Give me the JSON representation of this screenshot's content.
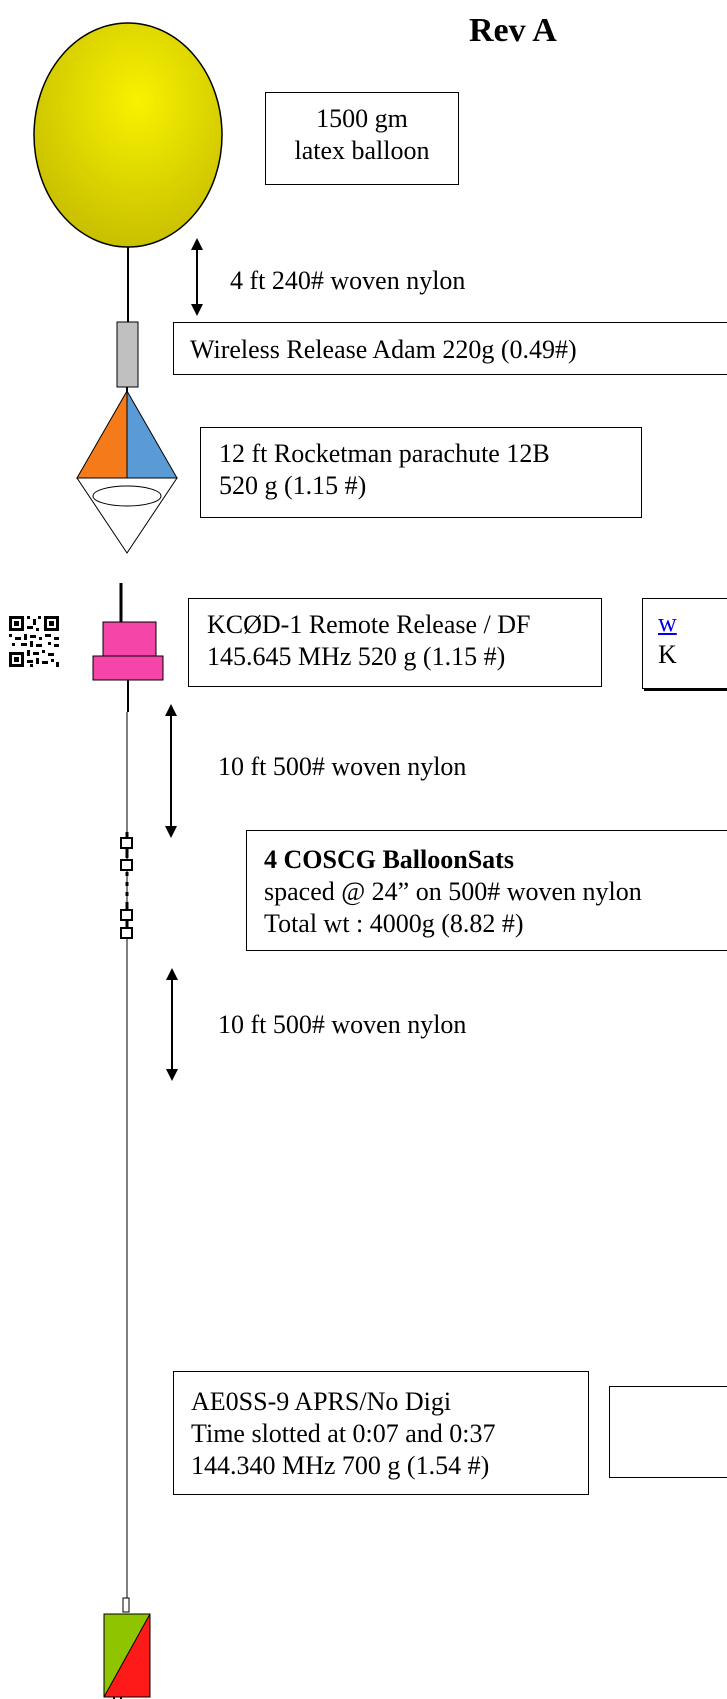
{
  "title": "Rev A",
  "balloon": {
    "label_line1": "1500 gm",
    "label_line2": "latex balloon",
    "color": "#f2ee00"
  },
  "tether1": {
    "label": "4 ft 240# woven nylon"
  },
  "release": {
    "label": "Wireless Release Adam 220g (0.49#)",
    "color": "#c0c0c0"
  },
  "parachute": {
    "line1": "12 ft Rocketman parachute  12B",
    "line2": "520 g (1.15 #)",
    "left_color": "#f57a1a",
    "right_color": "#5b9bd5"
  },
  "remote_release": {
    "line1": "KCØD-1 Remote Release  / DF",
    "line2": "145.645 MHz 520 g (1.15 #)",
    "color": "#f545a8"
  },
  "side_box": {
    "line1": "w",
    "line2": "K"
  },
  "tether2": {
    "label": "10 ft 500# woven nylon"
  },
  "balloonsats": {
    "line1": "4 COSCG BalloonSats",
    "line2": "spaced @ 24” on 500# woven nylon",
    "line3": "Total wt : 4000g (8.82 #)"
  },
  "tether3": {
    "label": "10 ft 500# woven nylon"
  },
  "aprs": {
    "line1": "AE0SS-9 APRS/No Digi",
    "line2": "Time slotted at 0:07 and 0:37",
    "line3": "144.340 MHz   700 g (1.54 #)",
    "green": "#8fc400",
    "red": "#ff1a1a"
  }
}
